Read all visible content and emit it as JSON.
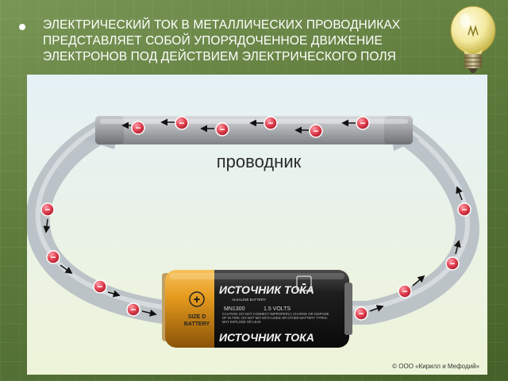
{
  "slide": {
    "bullet_text": "ЭЛЕКТРИЧЕСКИЙ ТОК В МЕТАЛЛИЧЕСКИХ ПРОВОДНИКАХ ПРЕДСТАВЛЯЕТ СОБОЙ УПОРЯДОЧЕННОЕ ДВИЖЕНИЕ ЭЛЕКТРОНОВ ПОД ДЕЙСТВИЕМ ЭЛЕКТРИЧЕСКОГО ПОЛЯ",
    "icon": "light-bulb-icon"
  },
  "illustration": {
    "conductor_label": "проводник",
    "electron_symbol": "−",
    "battery": {
      "label_top": "ИСТОЧНИК ТОКА",
      "label_bottom": "ИСТОЧНИК ТОКА",
      "brand_small": "ALKALINE BATTERY",
      "model": "MN1300",
      "voltage": "1.5 VOLTS",
      "size_line1": "SIZE D",
      "size_line2": "BATTERY",
      "plus": "+",
      "minus": "-",
      "caution": "CAUTION: DO NOT CONNECT IMPROPERLY, CHARGE OR DISPOSE OF IN FIRE. DO NOT MIX WITH USED OR OTHER BATTERY TYPES. MAY EXPLODE OR LEAK"
    },
    "copyright": "© ООО «Кирилл и Мефодий»",
    "colors": {
      "electron": "#d9354a",
      "wire": "#a9acb1",
      "battery_gold": "#e59a1e",
      "battery_black": "#1b1b1b"
    }
  }
}
